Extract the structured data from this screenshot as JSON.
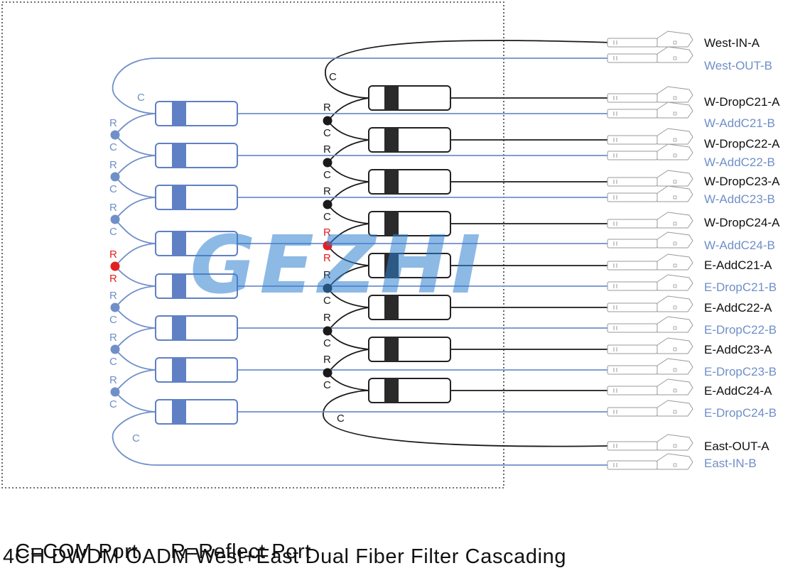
{
  "watermark": "GEZHI",
  "legend": {
    "com": "C=COM Port",
    "reflect": "R=Reflect Port"
  },
  "caption": "4CH DWDM OADM West+East Dual Fiber Filter Cascading",
  "port_letters": {
    "com": "C",
    "reflect": "R"
  },
  "ports": [
    {
      "label": "West-IN-A",
      "fiber": "black"
    },
    {
      "label": "West-OUT-B",
      "fiber": "blue"
    },
    {
      "label": "W-DropC21-A",
      "fiber": "black"
    },
    {
      "label": "W-AddC21-B",
      "fiber": "blue"
    },
    {
      "label": "W-DropC22-A",
      "fiber": "black"
    },
    {
      "label": "W-AddC22-B",
      "fiber": "blue"
    },
    {
      "label": "W-DropC23-A",
      "fiber": "black"
    },
    {
      "label": "W-AddC23-B",
      "fiber": "blue"
    },
    {
      "label": "W-DropC24-A",
      "fiber": "black"
    },
    {
      "label": "W-AddC24-B",
      "fiber": "blue"
    },
    {
      "label": "E-AddC21-A",
      "fiber": "black"
    },
    {
      "label": "E-DropC21-B",
      "fiber": "blue"
    },
    {
      "label": "E-AddC22-A",
      "fiber": "black"
    },
    {
      "label": "E-DropC22-B",
      "fiber": "blue"
    },
    {
      "label": "E-AddC23-A",
      "fiber": "black"
    },
    {
      "label": "E-DropC23-B",
      "fiber": "blue"
    },
    {
      "label": "E-AddC24-A",
      "fiber": "black"
    },
    {
      "label": "E-DropC24-B",
      "fiber": "blue"
    },
    {
      "label": "East-OUT-A",
      "fiber": "black"
    },
    {
      "label": "East-IN-B",
      "fiber": "blue"
    }
  ],
  "colors": {
    "black_fiber": "#1a1a1a",
    "blue_fiber": "#6f8fc9",
    "blue_filter": "#5f80c4",
    "reflect_highlight": "#e02020",
    "connector": "#9a9a9a",
    "watermark": "#2f7fd0",
    "border": "#444444"
  }
}
